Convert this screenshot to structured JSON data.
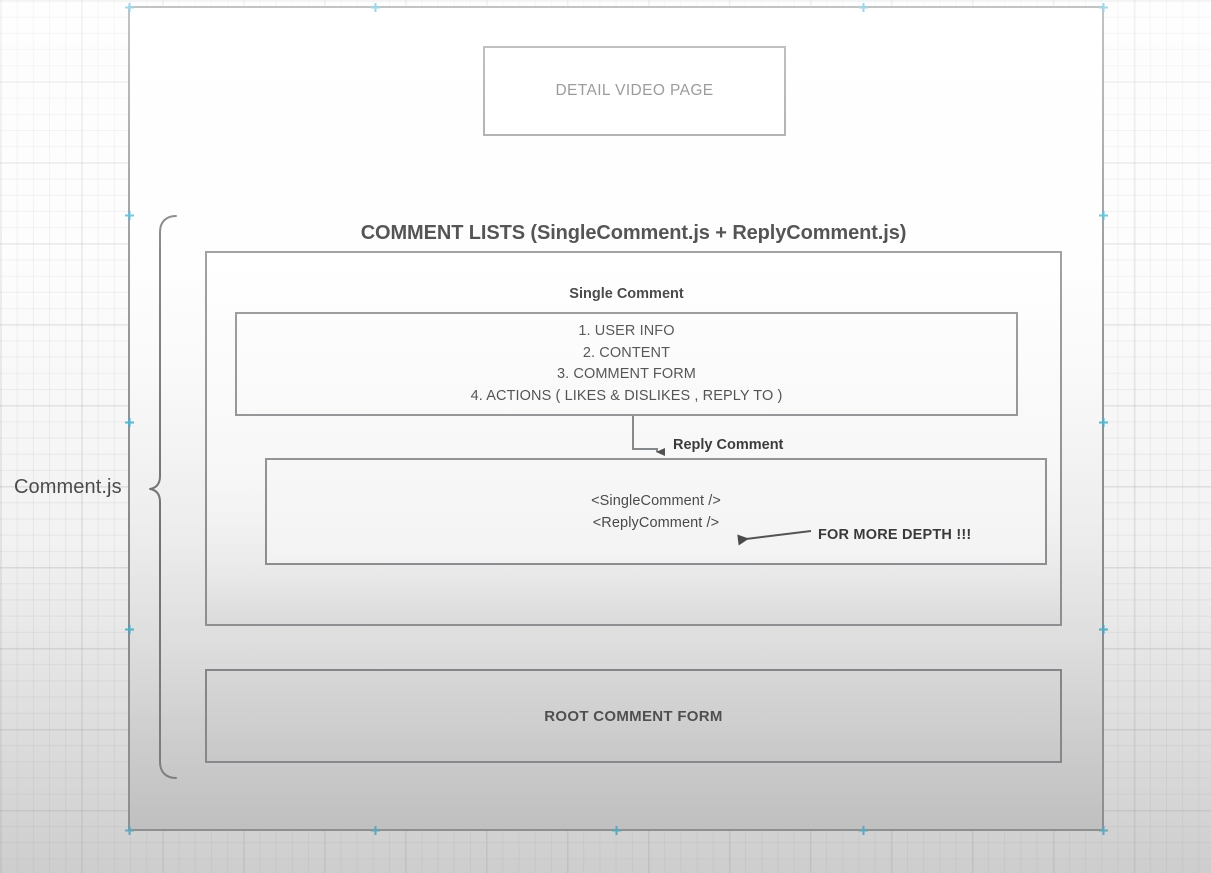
{
  "diagram": {
    "title_box": {
      "label": "DETAIL VIDEO PAGE"
    },
    "comment_lists": {
      "heading": "COMMENT LISTS (SingleComment.js + ReplyComment.js)",
      "single_comment": {
        "heading": "Single Comment",
        "items": [
          "1. USER INFO",
          "2. CONTENT",
          "3. COMMENT FORM",
          "4. ACTIONS ( LIKES & DISLIKES , REPLY TO )"
        ]
      },
      "reply_comment": {
        "heading": "Reply Comment",
        "tags": [
          "<SingleComment />",
          "<ReplyComment />"
        ],
        "annotation": "FOR MORE DEPTH !!!"
      }
    },
    "root_comment_form": {
      "label": "ROOT COMMENT FORM"
    },
    "brace_label": "Comment.js"
  },
  "colors": {
    "box_border": "#808285",
    "frame_border": "#7a7d80",
    "handle": "#23b0c8",
    "text": "#1a1a1a",
    "muted_text": "#4b4b4b",
    "root_form_fill": "#e4e4e4",
    "canvas": "#fcfcfc"
  },
  "icons": {
    "arrow_down": "arrow-down-icon",
    "arrow_left": "arrow-left-icon",
    "brace": "curly-brace-icon"
  }
}
